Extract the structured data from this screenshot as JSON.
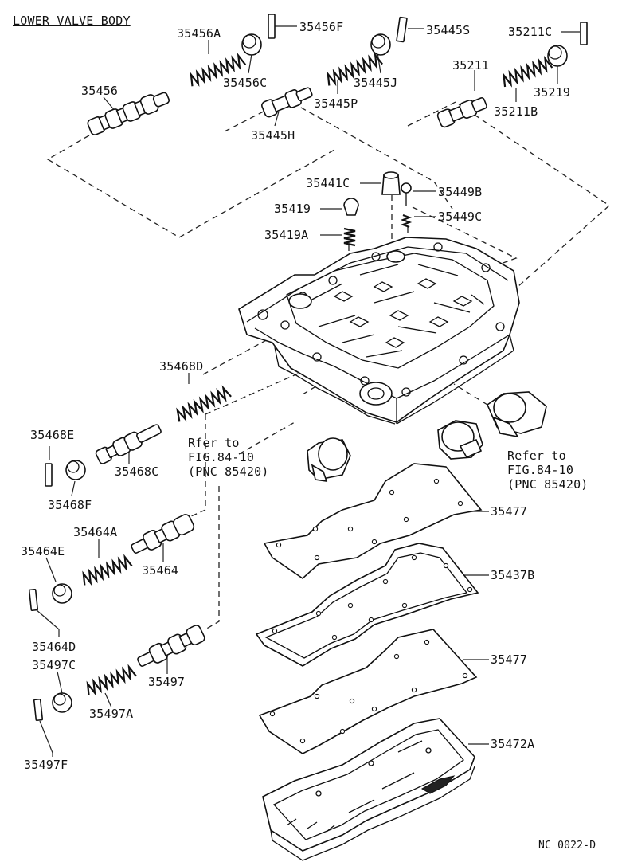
{
  "title": "LOWER VALVE BODY",
  "footer_code": "NC 0022-D",
  "refer_left": [
    "Rfer to",
    "FIG.84-10",
    "(PNC 85420)"
  ],
  "refer_right": [
    "Refer to",
    "FIG.84-10",
    "(PNC 85420)"
  ],
  "parts": {
    "p35456A": "35456A",
    "p35456F": "35456F",
    "p35445S": "35445S",
    "p35211C": "35211C",
    "p35456": "35456",
    "p35456C": "35456C",
    "p35445J": "35445J",
    "p35211": "35211",
    "p35219": "35219",
    "p35445P": "35445P",
    "p35211B": "35211B",
    "p35445H": "35445H",
    "p35441C": "35441C",
    "p35449B": "35449B",
    "p35419": "35419",
    "p35449C": "35449C",
    "p35419A": "35419A",
    "p35468D": "35468D",
    "p35468E": "35468E",
    "p35468C": "35468C",
    "p35468F": "35468F",
    "p35464A": "35464A",
    "p35464E": "35464E",
    "p35464": "35464",
    "p35464D": "35464D",
    "p35497C": "35497C",
    "p35497": "35497",
    "p35497A": "35497A",
    "p35497F": "35497F",
    "p35477a": "35477",
    "p35437B": "35437B",
    "p35477b": "35477",
    "p35472A": "35472A"
  }
}
